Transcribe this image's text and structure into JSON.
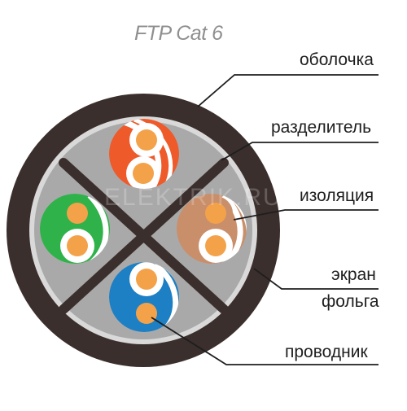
{
  "title": "FTP Cat 6",
  "labels": {
    "sheath": "оболочка",
    "separator": "разделитель",
    "insulation": "изоляция",
    "shield_line1": "экран",
    "shield_line2": "фольга",
    "conductor": "проводник"
  },
  "watermark": "ELEKTRIK.RU",
  "colors": {
    "sheath": "#3a2f2c",
    "foil": "#d9d9d9",
    "filler": "#a9a9a9",
    "separator": "#3a2f2c",
    "pair_orange": "#ee5a2a",
    "pair_green": "#2fb24a",
    "pair_brown": "#c98e6a",
    "pair_blue": "#1d7fc4",
    "conductor": "#f3a24a"
  },
  "pairs": [
    {
      "name": "orange",
      "color": "#ee5a2a"
    },
    {
      "name": "green",
      "color": "#2fb24a"
    },
    {
      "name": "brown",
      "color": "#c98e6a"
    },
    {
      "name": "blue",
      "color": "#1d7fc4"
    }
  ]
}
